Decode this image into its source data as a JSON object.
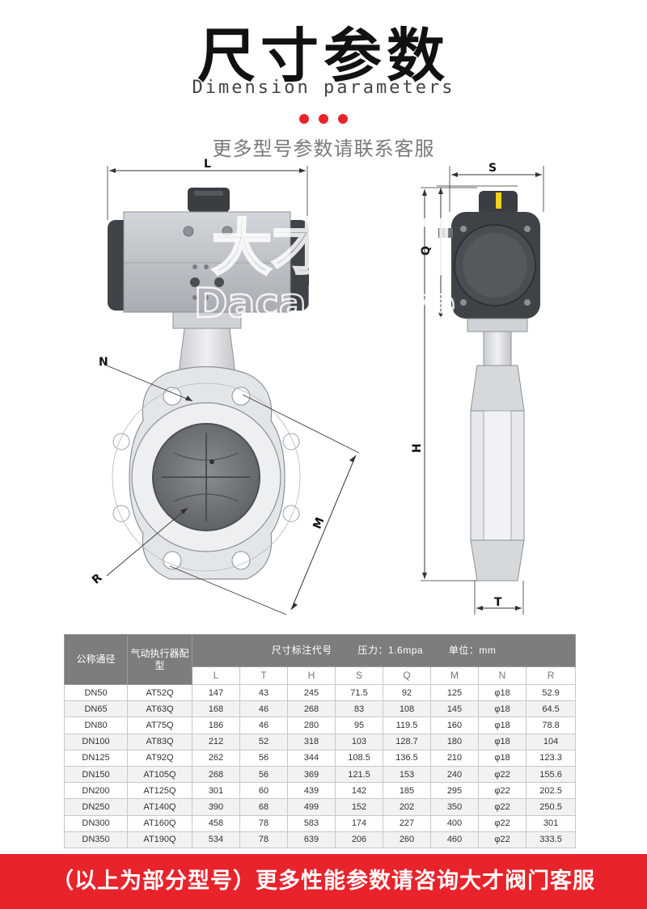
{
  "header": {
    "title": "尺寸参数",
    "subtitle": "Dimension parameters",
    "contact_note": "更多型号参数请联系客服"
  },
  "drawing": {
    "labels": {
      "L": "L",
      "S": "S",
      "Q": "Q",
      "H": "H",
      "T": "T",
      "N": "N",
      "M": "M",
      "R": "R"
    },
    "watermark": {
      "cn": "大才阀门",
      "en": "Dacai valve"
    },
    "colors": {
      "actuator": "#b9bdc3",
      "endcap": "#3f4347",
      "body": "#dfe2e5",
      "disc": "#6e7277"
    }
  },
  "table": {
    "col_nominal": "公称通径",
    "col_actuator": "气动执行器配型",
    "col_dim_title": "尺寸标注代号",
    "col_pressure": "压力：1.6mpa",
    "col_unit": "单位：mm",
    "sub_headers": [
      "L",
      "T",
      "H",
      "S",
      "Q",
      "M",
      "N",
      "R"
    ],
    "rows": [
      [
        "DN50",
        "AT52Q",
        "147",
        "43",
        "245",
        "71.5",
        "92",
        "125",
        "φ18",
        "52.9"
      ],
      [
        "DN65",
        "AT63Q",
        "168",
        "46",
        "268",
        "83",
        "108",
        "145",
        "φ18",
        "64.5"
      ],
      [
        "DN80",
        "AT75Q",
        "186",
        "46",
        "280",
        "95",
        "119.5",
        "160",
        "φ18",
        "78.8"
      ],
      [
        "DN100",
        "AT83Q",
        "212",
        "52",
        "318",
        "103",
        "128.7",
        "180",
        "φ18",
        "104"
      ],
      [
        "DN125",
        "AT92Q",
        "262",
        "56",
        "344",
        "108.5",
        "136.5",
        "210",
        "φ18",
        "123.3"
      ],
      [
        "DN150",
        "AT105Q",
        "268",
        "56",
        "369",
        "121.5",
        "153",
        "240",
        "φ22",
        "155.6"
      ],
      [
        "DN200",
        "AT125Q",
        "301",
        "60",
        "439",
        "142",
        "185",
        "295",
        "φ22",
        "202.5"
      ],
      [
        "DN250",
        "AT140Q",
        "390",
        "68",
        "499",
        "152",
        "202",
        "350",
        "φ22",
        "250.5"
      ],
      [
        "DN300",
        "AT160Q",
        "458",
        "78",
        "583",
        "174",
        "227",
        "400",
        "φ22",
        "301"
      ],
      [
        "DN350",
        "AT190Q",
        "534",
        "78",
        "639",
        "206",
        "260",
        "460",
        "φ22",
        "333.5"
      ]
    ]
  },
  "footer": {
    "banner": "（以上为部分型号）更多性能参数请咨询大才阀门客服"
  },
  "colors": {
    "accent": "#e8232b",
    "table_header": "#7d7d7d"
  }
}
